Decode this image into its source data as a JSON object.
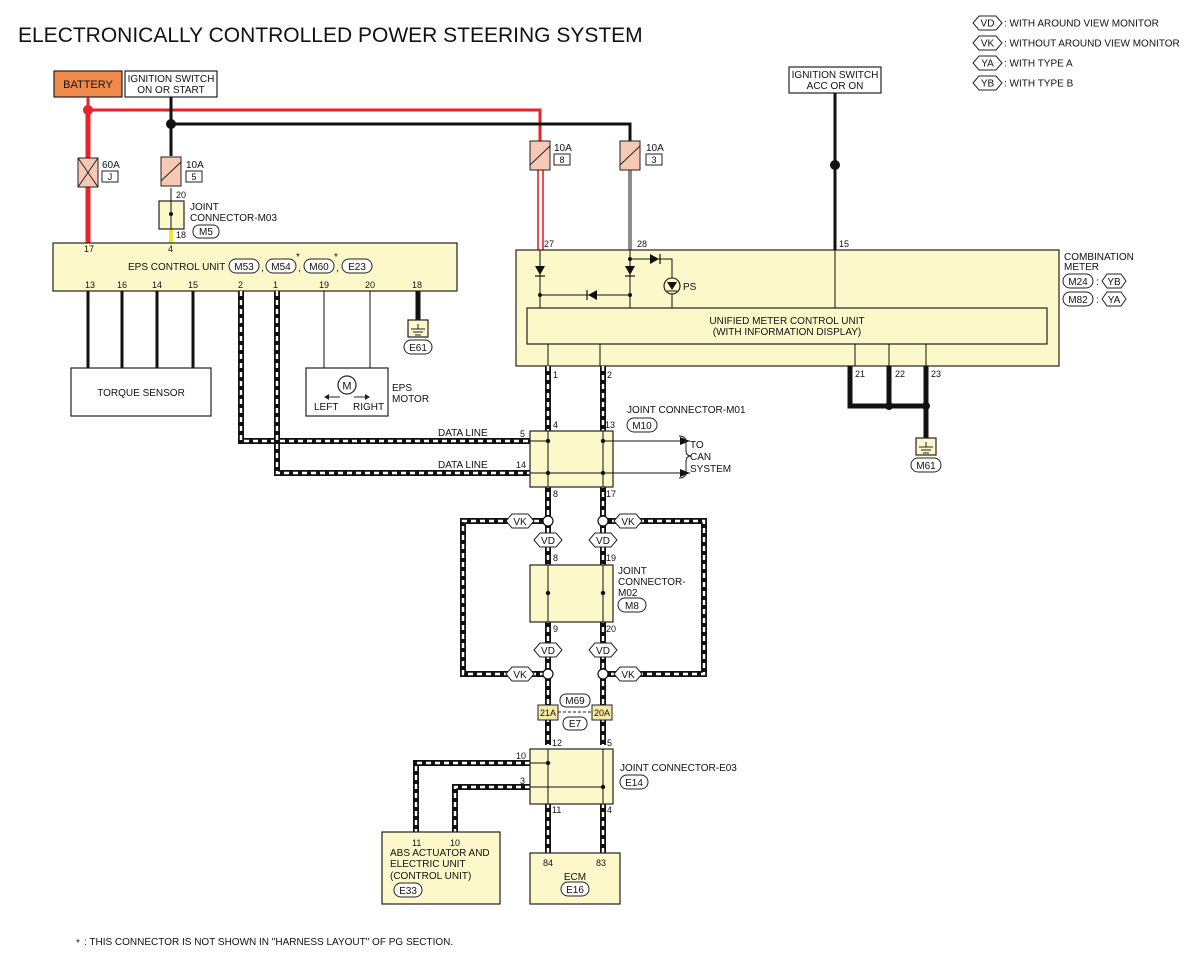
{
  "title": "ELECTRONICALLY CONTROLLED POWER STEERING SYSTEM",
  "legend": [
    {
      "code": "VD",
      "text": ": WITH AROUND VIEW MONITOR"
    },
    {
      "code": "VK",
      "text": ": WITHOUT AROUND VIEW MONITOR"
    },
    {
      "code": "YA",
      "text": ": WITH TYPE A"
    },
    {
      "code": "YB",
      "text": ": WITH TYPE B"
    }
  ],
  "colors": {
    "battery": "#f08a4b",
    "box_fill": "#fdf8c9",
    "fuse": "#f6c9b5",
    "wire_red": "#e8232a",
    "wire_gray": "#8c8c8c",
    "wire_yellow": "#f1e53a"
  },
  "battery": "BATTERY",
  "ign_on_start": {
    "line1": "IGNITION SWITCH",
    "line2": "ON OR START"
  },
  "ign_acc_on": {
    "line1": "IGNITION SWITCH",
    "line2": "ACC OR ON"
  },
  "fuses": {
    "f60": {
      "amp": "60A",
      "id": "J"
    },
    "f10_5": {
      "amp": "10A",
      "id": "5"
    },
    "f10_8": {
      "amp": "10A",
      "id": "8"
    },
    "f10_3": {
      "amp": "10A",
      "id": "3"
    }
  },
  "joint_m03": {
    "line1": "JOINT",
    "line2": "CONNECTOR-M03",
    "code": "M5",
    "pin_top": "20",
    "pin_bottom": "18"
  },
  "eps_unit": {
    "name": "EPS CONTROL UNIT",
    "codes": [
      "M53",
      "M54",
      "M60",
      "E23"
    ],
    "star": "*",
    "sep": ",",
    "top_pins": [
      "17",
      "4"
    ],
    "bottom_pins": [
      "13",
      "16",
      "14",
      "15",
      "2",
      "1",
      "19",
      "20",
      "18"
    ]
  },
  "ground_e61": "E61",
  "ground_m61": "M61",
  "torque_sensor": "TORQUE SENSOR",
  "eps_motor": {
    "name1": "EPS",
    "name2": "MOTOR",
    "symbol": "M",
    "left": "LEFT",
    "right": "RIGHT"
  },
  "combination_meter": {
    "line1": "COMBINATION",
    "line2": "METER",
    "variants": [
      {
        "code": "M24",
        "sep": ":",
        "type": "YB"
      },
      {
        "code": "M82",
        "sep": ":",
        "type": "YA"
      }
    ],
    "top_pins": [
      "27",
      "28",
      "15"
    ],
    "ps": "PS",
    "bottom_pins": [
      "21",
      "22",
      "23"
    ]
  },
  "umcu": {
    "line1": "UNIFIED METER CONTROL UNIT",
    "line2": "(WITH INFORMATION DISPLAY)",
    "pins": [
      "1",
      "2"
    ]
  },
  "joint_m01": {
    "name": "JOINT CONNECTOR-M01",
    "code": "M10",
    "pins": [
      "4",
      "13",
      "5",
      "14",
      "8",
      "17"
    ]
  },
  "data_line": "DATA LINE",
  "to_can": {
    "line1": "TO",
    "line2": "CAN",
    "line3": "SYSTEM"
  },
  "joint_m02": {
    "line1": "JOINT",
    "line2": "CONNECTOR-",
    "line3": "M02",
    "code": "M8",
    "pins": [
      "8",
      "19",
      "9",
      "20"
    ]
  },
  "variant_tags": {
    "vd": "VD",
    "vk": "VK"
  },
  "inline": {
    "code_top": "M69",
    "code_bottom": "E7",
    "left": "21A",
    "right": "20A"
  },
  "joint_e03": {
    "name": "JOINT CONNECTOR-E03",
    "code": "E14",
    "pins": [
      "12",
      "5",
      "10",
      "3",
      "11",
      "4"
    ]
  },
  "abs_unit": {
    "line1": "ABS ACTUATOR AND",
    "line2": "ELECTRIC UNIT",
    "line3": "(CONTROL UNIT)",
    "code": "E33",
    "pins": [
      "11",
      "10"
    ]
  },
  "ecm": {
    "name": "ECM",
    "code": "E16",
    "pins": [
      "84",
      "83"
    ]
  },
  "footnote": {
    "star": "*",
    "text": ": THIS CONNECTOR IS NOT SHOWN IN \"HARNESS LAYOUT\" OF PG SECTION."
  }
}
